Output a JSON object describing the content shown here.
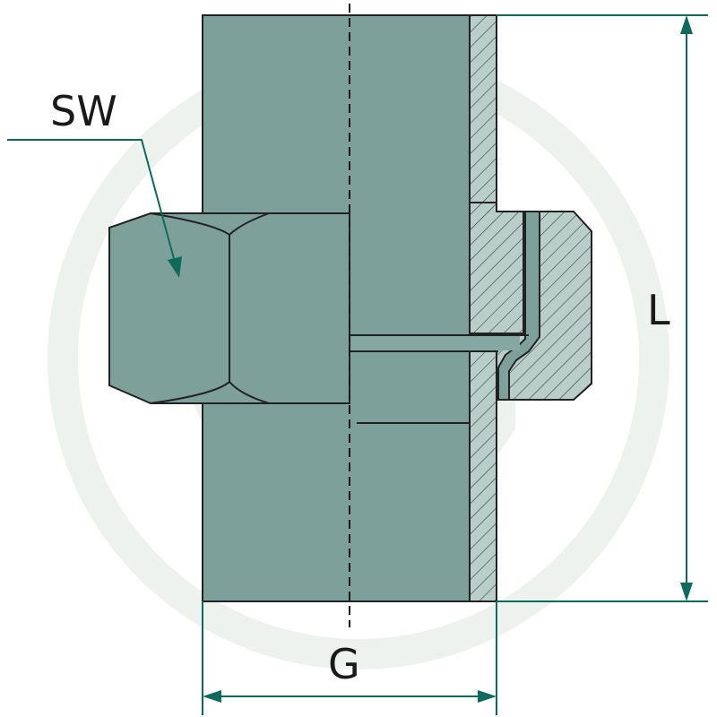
{
  "labels": {
    "wrench_size": "SW",
    "length": "L",
    "thread": "G"
  },
  "colors": {
    "body_fill": "#7ea09a",
    "body_fill_light": "#86a8a2",
    "section_fill": "#b9cdc9",
    "hatch_stroke": "#3a4a48",
    "outline": "#222222",
    "dimension_line": "#0e6b5a",
    "watermark": "#eef2ef"
  }
}
